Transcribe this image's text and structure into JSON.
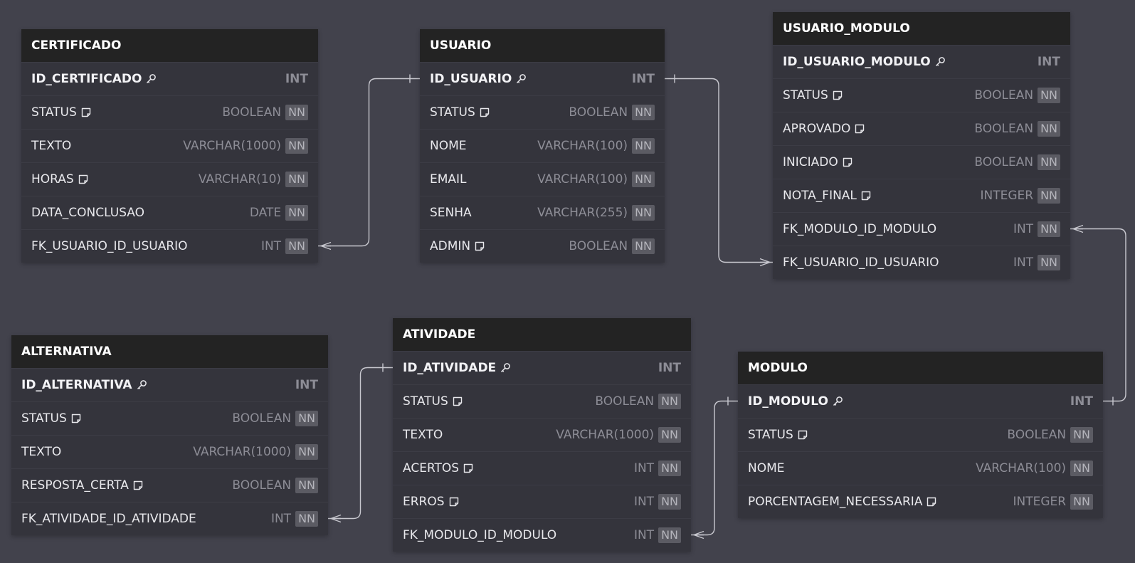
{
  "tables": {
    "certificado": {
      "name": "CERTIFICADO",
      "columns": [
        {
          "name": "ID_CERTIFICADO",
          "type": "INT",
          "pk": true
        },
        {
          "name": "STATUS",
          "type": "BOOLEAN",
          "nn": "NN",
          "note": true
        },
        {
          "name": "TEXTO",
          "type": "VARCHAR(1000)",
          "nn": "NN"
        },
        {
          "name": "HORAS",
          "type": "VARCHAR(10)",
          "nn": "NN",
          "note": true
        },
        {
          "name": "DATA_CONCLUSAO",
          "type": "DATE",
          "nn": "NN"
        },
        {
          "name": "FK_USUARIO_ID_USUARIO",
          "type": "INT",
          "nn": "NN"
        }
      ]
    },
    "usuario": {
      "name": "USUARIO",
      "columns": [
        {
          "name": "ID_USUARIO",
          "type": "INT",
          "pk": true
        },
        {
          "name": "STATUS",
          "type": "BOOLEAN",
          "nn": "NN",
          "note": true
        },
        {
          "name": "NOME",
          "type": "VARCHAR(100)",
          "nn": "NN"
        },
        {
          "name": "EMAIL",
          "type": "VARCHAR(100)",
          "nn": "NN"
        },
        {
          "name": "SENHA",
          "type": "VARCHAR(255)",
          "nn": "NN"
        },
        {
          "name": "ADMIN",
          "type": "BOOLEAN",
          "nn": "NN",
          "note": true
        }
      ]
    },
    "usuario_modulo": {
      "name": "USUARIO_MODULO",
      "columns": [
        {
          "name": "ID_USUARIO_MODULO",
          "type": "INT",
          "pk": true
        },
        {
          "name": "STATUS",
          "type": "BOOLEAN",
          "nn": "NN",
          "note": true
        },
        {
          "name": "APROVADO",
          "type": "BOOLEAN",
          "nn": "NN",
          "note": true
        },
        {
          "name": "INICIADO",
          "type": "BOOLEAN",
          "nn": "NN",
          "note": true
        },
        {
          "name": "NOTA_FINAL",
          "type": "INTEGER",
          "nn": "NN",
          "note": true
        },
        {
          "name": "FK_MODULO_ID_MODULO",
          "type": "INT",
          "nn": "NN"
        },
        {
          "name": "FK_USUARIO_ID_USUARIO",
          "type": "INT",
          "nn": "NN"
        }
      ]
    },
    "alternativa": {
      "name": "ALTERNATIVA",
      "columns": [
        {
          "name": "ID_ALTERNATIVA",
          "type": "INT",
          "pk": true
        },
        {
          "name": "STATUS",
          "type": "BOOLEAN",
          "nn": "NN",
          "note": true
        },
        {
          "name": "TEXTO",
          "type": "VARCHAR(1000)",
          "nn": "NN"
        },
        {
          "name": "RESPOSTA_CERTA",
          "type": "BOOLEAN",
          "nn": "NN",
          "note": true
        },
        {
          "name": "FK_ATIVIDADE_ID_ATIVIDADE",
          "type": "INT",
          "nn": "NN"
        }
      ]
    },
    "atividade": {
      "name": "ATIVIDADE",
      "columns": [
        {
          "name": "ID_ATIVIDADE",
          "type": "INT",
          "pk": true
        },
        {
          "name": "STATUS",
          "type": "BOOLEAN",
          "nn": "NN",
          "note": true
        },
        {
          "name": "TEXTO",
          "type": "VARCHAR(1000)",
          "nn": "NN"
        },
        {
          "name": "ACERTOS",
          "type": "INT",
          "nn": "NN",
          "note": true
        },
        {
          "name": "ERROS",
          "type": "INT",
          "nn": "NN",
          "note": true
        },
        {
          "name": "FK_MODULO_ID_MODULO",
          "type": "INT",
          "nn": "NN"
        }
      ]
    },
    "modulo": {
      "name": "MODULO",
      "columns": [
        {
          "name": "ID_MODULO",
          "type": "INT",
          "pk": true
        },
        {
          "name": "STATUS",
          "type": "BOOLEAN",
          "nn": "NN",
          "note": true
        },
        {
          "name": "NOME",
          "type": "VARCHAR(100)",
          "nn": "NN"
        },
        {
          "name": "PORCENTAGEM_NECESSARIA",
          "type": "INTEGER",
          "nn": "NN",
          "note": true
        }
      ]
    }
  },
  "relationships": [
    {
      "from": "certificado",
      "from_column": "FK_USUARIO_ID_USUARIO",
      "to": "usuario",
      "to_column": "ID_USUARIO",
      "cardinality": "many-to-one"
    },
    {
      "from": "usuario_modulo",
      "from_column": "FK_USUARIO_ID_USUARIO",
      "to": "usuario",
      "to_column": "ID_USUARIO",
      "cardinality": "many-to-one"
    },
    {
      "from": "usuario_modulo",
      "from_column": "FK_MODULO_ID_MODULO",
      "to": "modulo",
      "to_column": "ID_MODULO",
      "cardinality": "many-to-one"
    },
    {
      "from": "alternativa",
      "from_column": "FK_ATIVIDADE_ID_ATIVIDADE",
      "to": "atividade",
      "to_column": "ID_ATIVIDADE",
      "cardinality": "many-to-one"
    },
    {
      "from": "atividade",
      "from_column": "FK_MODULO_ID_MODULO",
      "to": "modulo",
      "to_column": "ID_MODULO",
      "cardinality": "many-to-one"
    }
  ],
  "colors": {
    "background": "#42424c",
    "table_body": "#34343c",
    "table_header": "#232323",
    "connector": "#c8c8cf",
    "nn_badge": "#5b5b63"
  }
}
